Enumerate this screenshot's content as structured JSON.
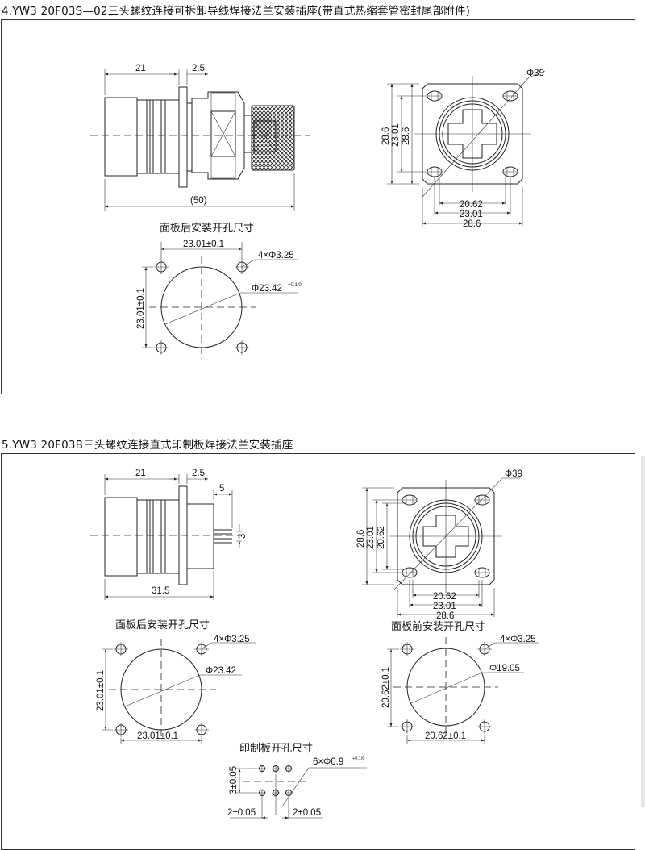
{
  "section4": {
    "title": "4.YW3  20F03S—02三头螺纹连接可拆卸导线焊接法兰安装插座(带直式热缩套管密封尾部附件)",
    "side_view": {
      "dim_length": "21",
      "dim_flange": "2.5",
      "dim_total": "(50)"
    },
    "front_view": {
      "dim_diameter": "Φ39",
      "dim_v_outer": "28.6",
      "dim_v_mid": "23.01",
      "dim_v_inner": "28.6",
      "dim_h_inner": "20.62",
      "dim_h_mid": "23.01",
      "dim_h_outer": "28.6"
    },
    "rear_cutout": {
      "title": "面板后安装开孔尺寸",
      "dim_h": "23.01±0.1",
      "dim_v": "23.01±0.1",
      "holes": "4×Φ3.25",
      "bore": "Φ23.42",
      "bore_tol": "+0.1/0"
    }
  },
  "section5": {
    "title": "5.YW3  20F03B三头螺纹连接直式印制板焊接法兰安装插座",
    "side_view": {
      "dim_length": "21",
      "dim_flange": "2.5",
      "dim_pin": "5",
      "dim_pitch": "3",
      "dim_total": "31.5"
    },
    "front_view": {
      "dim_diameter": "Φ39",
      "dim_v_outer": "28.6",
      "dim_v_mid": "23.01",
      "dim_v_inner": "20.62",
      "dim_h_inner": "20.62",
      "dim_h_mid": "23.01",
      "dim_h_outer": "28.6"
    },
    "rear_cutout": {
      "title": "面板后安装开孔尺寸",
      "dim_h": "23.01±0.1",
      "dim_v": "23.01±0.1",
      "holes": "4×Φ3.25",
      "bore": "Φ23.42"
    },
    "front_cutout": {
      "title": "面板前安装开孔尺寸",
      "dim_h": "20.62±0.1",
      "dim_v": "20.62±0.1",
      "holes": "4×Φ3.25",
      "bore": "Φ19.05"
    },
    "pcb_cutout": {
      "title": "印制板开孔尺寸",
      "holes": "6×Φ0.9",
      "holes_tol": "+0.1/0",
      "dim_v": "3±0.05",
      "dim_h_left": "2±0.05",
      "dim_h_right": "2±0.05"
    }
  }
}
